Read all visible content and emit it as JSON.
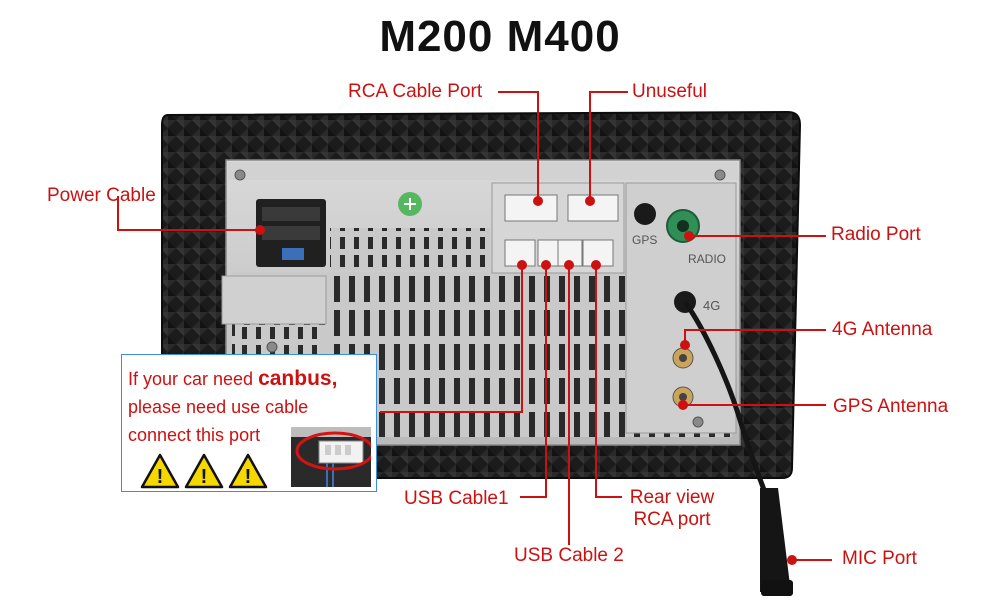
{
  "title": "M200 M400",
  "labels": {
    "rca_cable_port": "RCA Cable Port",
    "unuseful": "Unuseful",
    "power_cable": "Power Cable",
    "radio_port": "Radio Port",
    "antenna_4g": "4G Antenna",
    "gps_antenna": "GPS Antenna",
    "usb_cable1": "USB Cable1",
    "usb_cable2": "USB Cable 2",
    "rear_view_line1": "Rear view",
    "rear_view_line2": "RCA port",
    "mic_port": "MIC Port"
  },
  "unit_markings": {
    "gps": "GPS",
    "radio": "RADIO",
    "fourg": "4G"
  },
  "note": {
    "line1_prefix": "If your car need ",
    "line1_bold": "canbus,",
    "line2": "please need use cable",
    "line3": "connect this port",
    "warning_glyph": "!"
  },
  "colors": {
    "accent_red": "#cc1111",
    "note_border": "#3a8fd6",
    "warning_yellow": "#f5d800"
  }
}
